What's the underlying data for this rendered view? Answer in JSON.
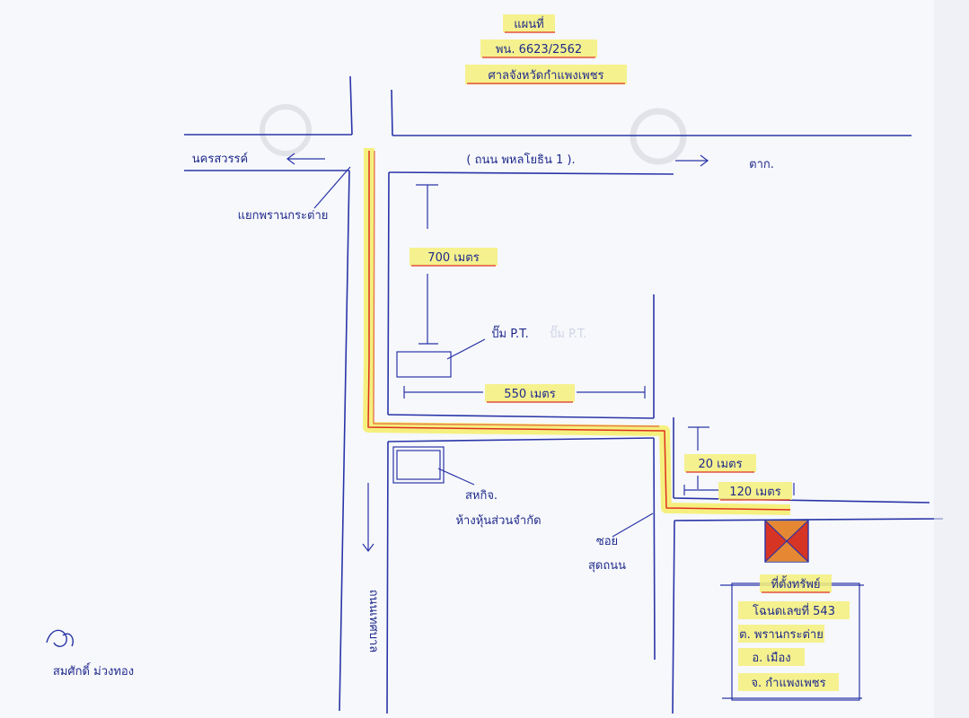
{
  "title_lines": [
    "แผนที่",
    "พน. 6623/2562",
    "ศาลจังหวัดกำแพงเพชร"
  ],
  "road_main": "( ถนน พหลโยธิน 1 ).",
  "dir_left": "นครสวรรค์",
  "dir_right": "ตาก.",
  "junction": "แยกพรานกระต่าย",
  "dist_top": "700 เมตร",
  "pt_label": "ปั๊ม P.T.",
  "pt_faint": "ปั๊ม P.T.",
  "dist_mid": "550 เมตร",
  "landmark_line1": "สหกิจ.",
  "landmark_line2": "ห้างหุ้นส่วนจำกัด",
  "dist_right_v": "20 เมตร",
  "dist_right_h": "120 เมตร",
  "soi_label_1": "ซอย",
  "soi_label_2": "สุดถนน",
  "road_vertical": "ถนนเทศบาล",
  "addr_title": "ที่ตั้งทรัพย์",
  "addr_lines": [
    "โฉนดเลขที่ 543",
    "ต. พรานกระต่าย",
    "อ. เมือง",
    "จ. กำแพงเพชร"
  ],
  "signature_name": "สมศักดิ์ ม่วงทอง",
  "colors": {
    "ink": "#2a35a8",
    "highlight": "#f4ee70",
    "marker": "#e03020"
  }
}
